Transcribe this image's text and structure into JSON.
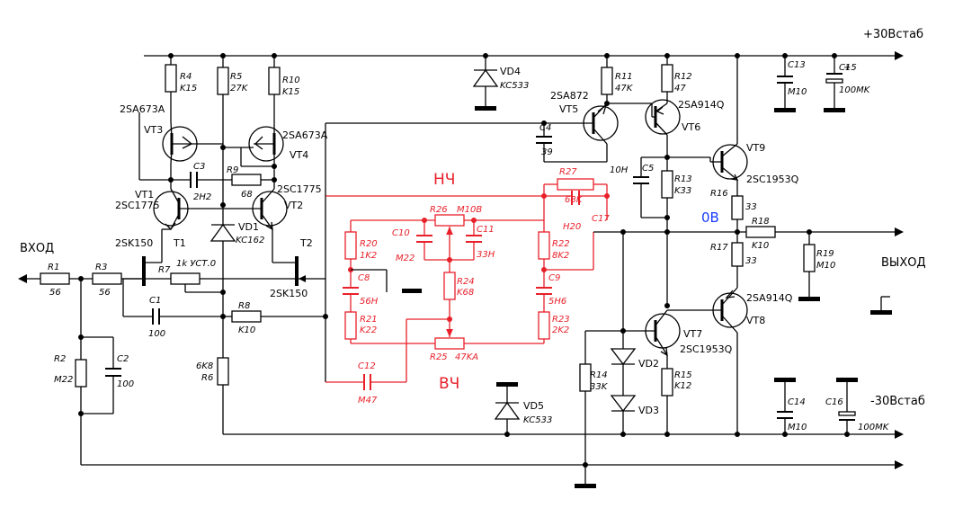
{
  "labels": {
    "vplus": "+30Встаб",
    "vminus": "-30Встаб",
    "input": "ВХОД",
    "output": "ВЫХОД",
    "nch": "НЧ",
    "vch": "ВЧ",
    "zero": "0В"
  },
  "components": {
    "R1": {
      "name": "R1",
      "value": "56"
    },
    "R2": {
      "name": "R2",
      "value": "M22"
    },
    "R3": {
      "name": "R3",
      "value": "56"
    },
    "R4": {
      "name": "R4",
      "value": "K15"
    },
    "R5": {
      "name": "R5",
      "value": "27K"
    },
    "R6": {
      "name": "R6",
      "value": "6K8"
    },
    "R7": {
      "name": "R7",
      "value": "1k УСТ.0"
    },
    "R8": {
      "name": "R8",
      "value": "K10"
    },
    "R9": {
      "name": "R9",
      "value": "68"
    },
    "R10": {
      "name": "R10",
      "value": "K15"
    },
    "R11": {
      "name": "R11",
      "value": "47K"
    },
    "R12": {
      "name": "R12",
      "value": "47"
    },
    "R13": {
      "name": "R13",
      "value": "K33"
    },
    "R14": {
      "name": "R14",
      "value": "33K"
    },
    "R15": {
      "name": "R15",
      "value": "K12"
    },
    "R16": {
      "name": "R16",
      "value": "33"
    },
    "R17": {
      "name": "R17",
      "value": "33"
    },
    "R18": {
      "name": "R18",
      "value": "K10"
    },
    "R19": {
      "name": "R19",
      "value": "M10"
    },
    "R20": {
      "name": "R20",
      "value": "1K2"
    },
    "R21": {
      "name": "R21",
      "value": "K22"
    },
    "R22": {
      "name": "R22",
      "value": "8K2"
    },
    "R23": {
      "name": "R23",
      "value": "2K2"
    },
    "R24": {
      "name": "R24",
      "value": "K68"
    },
    "R25": {
      "name": "R25",
      "value": "47KA"
    },
    "R26": {
      "name": "R26",
      "value": "M10B"
    },
    "R27": {
      "name": "R27",
      "value": "68K"
    },
    "C1": {
      "name": "C1",
      "value": "100"
    },
    "C2": {
      "name": "C2",
      "value": "100"
    },
    "C3": {
      "name": "C3",
      "value": "2H2"
    },
    "C4": {
      "name": "C4",
      "value": "39"
    },
    "C5": {
      "name": "C5",
      "value": "10H"
    },
    "C8": {
      "name": "C8",
      "value": "56H"
    },
    "C9": {
      "name": "C9",
      "value": "5H6"
    },
    "C10": {
      "name": "C10",
      "value": "M22"
    },
    "C11": {
      "name": "C11",
      "value": "33H"
    },
    "C12": {
      "name": "C12",
      "value": "M47"
    },
    "C13": {
      "name": "C13",
      "value": "M10"
    },
    "C14": {
      "name": "C14",
      "value": "M10"
    },
    "C15": {
      "name": "C15",
      "value": "100MK"
    },
    "C16": {
      "name": "C16",
      "value": "100MK"
    },
    "C17": {
      "name": "C17",
      "value": "H20"
    },
    "VD1": {
      "name": "VD1",
      "value": "KC162"
    },
    "VD2": {
      "name": "VD2"
    },
    "VD3": {
      "name": "VD3"
    },
    "VD4": {
      "name": "VD4",
      "value": "KC533"
    },
    "VD5": {
      "name": "VD5",
      "value": "KC533"
    },
    "VT1": {
      "name": "VT1",
      "type": "2SC1775"
    },
    "VT2": {
      "name": "VT2",
      "type": "2SC1775"
    },
    "VT3": {
      "name": "VT3",
      "type": "2SA673A"
    },
    "VT4": {
      "name": "VT4",
      "type": "2SA673A"
    },
    "VT5": {
      "name": "VT5",
      "type": "2SA872"
    },
    "VT6": {
      "name": "VT6",
      "type": "2SA914Q"
    },
    "VT7": {
      "name": "VT7",
      "type": "2SC1953Q"
    },
    "VT8": {
      "name": "VT8",
      "type": "2SA914Q"
    },
    "VT9": {
      "name": "VT9",
      "type": "2SC1953Q"
    },
    "T1": {
      "name": "T1",
      "type": "2SK150"
    },
    "T2": {
      "name": "T2",
      "type": "2SK150"
    }
  },
  "colors": {
    "wire": "#000000",
    "tone_stack": "#e8202a",
    "zero_label": "#1a3cff"
  }
}
